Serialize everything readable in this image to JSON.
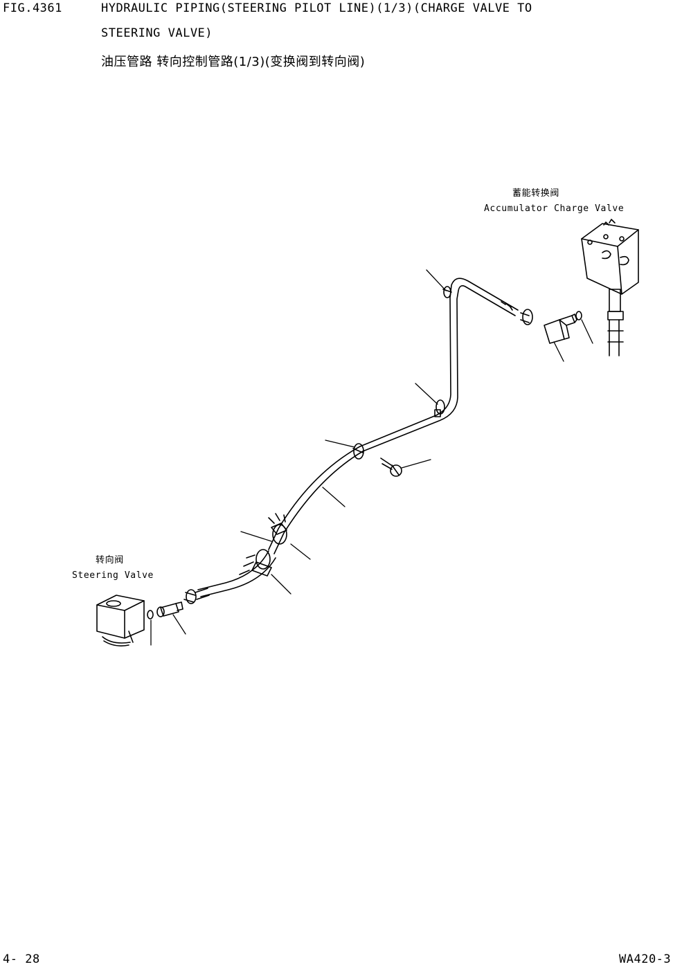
{
  "header": {
    "fig_number": "FIG.4361",
    "title_line1": "HYDRAULIC PIPING(STEERING PILOT LINE)(1/3)(CHARGE VALVE TO",
    "title_line2": "STEERING VALVE)",
    "title_chinese": "油压管路 转向控制管路(1/3)(变换阀到转向阀)"
  },
  "labels": {
    "accumulator_cn": "蓄能转换阀",
    "accumulator_en": "Accumulator Charge Valve",
    "steering_cn": "转向阀",
    "steering_en": "Steering Valve"
  },
  "footer": {
    "page_number": "4- 28",
    "model": "WA420-3"
  }
}
